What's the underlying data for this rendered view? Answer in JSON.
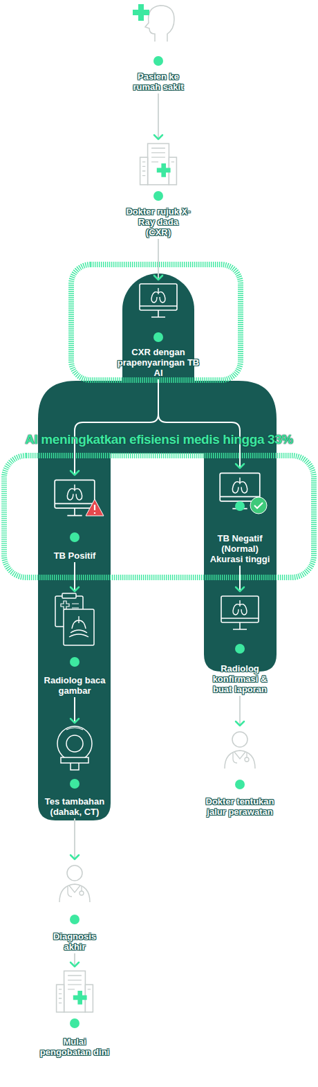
{
  "diagram": {
    "nodes": [
      {
        "text": [
          "Pasien ke rumah sakit"
        ]
      },
      {
        "text": [
          "Dokter rujuk X-Ray dada (CXR)"
        ]
      },
      {
        "text": [
          "CXR dengan prapenyaringan TB AI"
        ]
      },
      {
        "text": [
          "TB Positif"
        ]
      },
      {
        "text": [
          "TB Negatif (Normal) Akurasi tinggi"
        ]
      },
      {
        "text": [
          "Radiolog baca gambar"
        ]
      },
      {
        "text": [
          "Radiolog konfirmasi & buat laporan"
        ]
      },
      {
        "text": [
          "Tes tambahan (dahak, CT)"
        ]
      },
      {
        "text": [
          "Dokter tentukan jalur perawatan"
        ]
      },
      {
        "text": [
          "Diagnosis akhir"
        ]
      },
      {
        "text": [
          "Mulai pengobatan dini"
        ]
      }
    ],
    "edges": [
      {
        "from": 0,
        "to": 1,
        "arrow": "to"
      },
      {
        "from": 1,
        "to": 2,
        "arrow": "to"
      },
      {
        "from": 2,
        "to": 3,
        "arrow": "to"
      },
      {
        "from": 2,
        "to": 4,
        "arrow": "to"
      },
      {
        "from": 3,
        "to": 5,
        "arrow": "to"
      },
      {
        "from": 4,
        "to": 6,
        "arrow": "to"
      },
      {
        "from": 5,
        "to": 7,
        "arrow": "to"
      },
      {
        "from": 6,
        "to": 8,
        "arrow": "to"
      },
      {
        "from": 7,
        "to": 9,
        "arrow": "to"
      },
      {
        "from": 9,
        "to": 10,
        "arrow": "to"
      }
    ],
    "labels": [
      "AI meningkatkan efisiensi medis hingga 33%"
    ]
  }
}
